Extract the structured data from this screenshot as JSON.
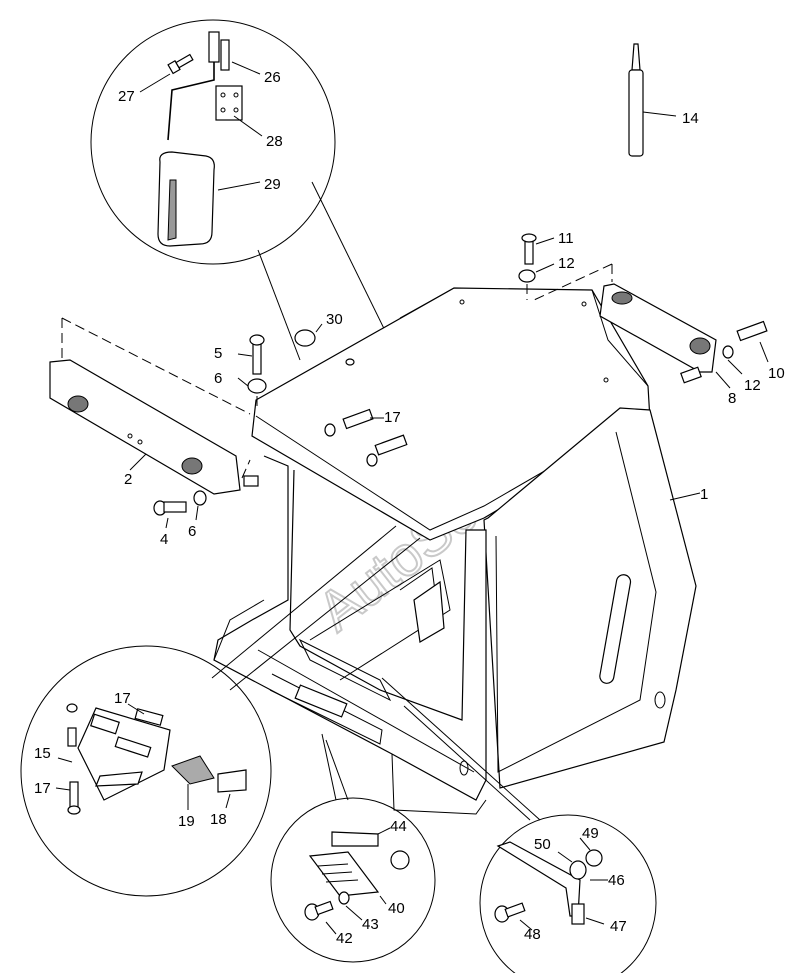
{
  "watermark": "AutoSoft",
  "callouts": [
    {
      "id": "c1",
      "text": "1"
    },
    {
      "id": "c2",
      "text": "2"
    },
    {
      "id": "c4",
      "text": "4"
    },
    {
      "id": "c5",
      "text": "5"
    },
    {
      "id": "c6a",
      "text": "6"
    },
    {
      "id": "c6b",
      "text": "6"
    },
    {
      "id": "c8",
      "text": "8"
    },
    {
      "id": "c10",
      "text": "10"
    },
    {
      "id": "c11",
      "text": "11"
    },
    {
      "id": "c12a",
      "text": "12"
    },
    {
      "id": "c12b",
      "text": "12"
    },
    {
      "id": "c14",
      "text": "14"
    },
    {
      "id": "c15",
      "text": "15"
    },
    {
      "id": "c17a",
      "text": "17"
    },
    {
      "id": "c17b",
      "text": "17"
    },
    {
      "id": "c17c",
      "text": "17"
    },
    {
      "id": "c18",
      "text": "18"
    },
    {
      "id": "c19",
      "text": "19"
    },
    {
      "id": "c26",
      "text": "26"
    },
    {
      "id": "c27",
      "text": "27"
    },
    {
      "id": "c28",
      "text": "28"
    },
    {
      "id": "c29",
      "text": "29"
    },
    {
      "id": "c30",
      "text": "30"
    },
    {
      "id": "c40",
      "text": "40"
    },
    {
      "id": "c42",
      "text": "42"
    },
    {
      "id": "c43",
      "text": "43"
    },
    {
      "id": "c44",
      "text": "44"
    },
    {
      "id": "c46",
      "text": "46"
    },
    {
      "id": "c47",
      "text": "47"
    },
    {
      "id": "c48",
      "text": "48"
    },
    {
      "id": "c49",
      "text": "49"
    },
    {
      "id": "c50",
      "text": "50"
    }
  ]
}
